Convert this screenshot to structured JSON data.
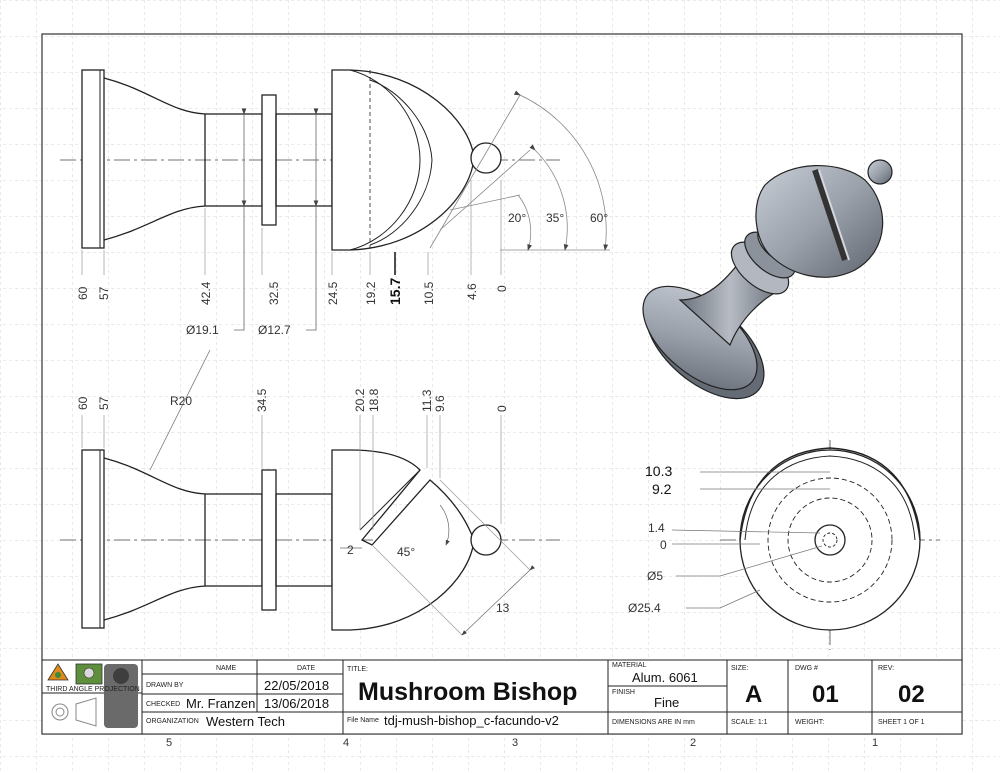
{
  "top_view": {
    "vertical_dims": [
      "60",
      "57",
      "42.4",
      "32.5",
      "24.5",
      "19.2",
      "15.7",
      "10.5",
      "4.6",
      "0"
    ],
    "diameters": [
      "Ø19.1",
      "Ø12.7"
    ],
    "angles": [
      "20°",
      "35°",
      "60°"
    ]
  },
  "front_view": {
    "vertical_dims": [
      "60",
      "57",
      "34.5",
      "20.2",
      "18.8",
      "11.3",
      "9.6",
      "0"
    ],
    "radius": "R20",
    "slot_width": "2",
    "slot_angle": "45°",
    "slot_depth": "13"
  },
  "end_view": {
    "dims": [
      "10.3",
      "9.2",
      "1.4",
      "0"
    ],
    "diameters": [
      "Ø5",
      "Ø25.4"
    ]
  },
  "title_block": {
    "logo_caption": "THIRD ANGLE PROJECTION",
    "name_header": "NAME",
    "date_header": "DATE",
    "drawn_by_label": "DRAWN BY",
    "drawn_by_date": "22/05/2018",
    "checked_label": "CHECKED",
    "checked_name": "Mr. Franzen",
    "checked_date": "13/06/2018",
    "organization_label": "ORGANIZATION",
    "organization": "Western Tech",
    "title_label": "TITLE:",
    "title": "Mushroom Bishop",
    "file_name_label": "File Name",
    "file_name": "tdj-mush-bishop_c-facundo-v2",
    "material_label": "MATERIAL",
    "material": "Alum. 6061",
    "finish_label": "FINISH",
    "finish": "Fine",
    "dimensions_note": "DIMENSIONS ARE IN mm",
    "size_label": "SIZE:",
    "size": "A",
    "dwg_label": "DWG #",
    "dwg": "01",
    "rev_label": "REV:",
    "rev": "02",
    "scale": "SCALE: 1:1",
    "weight": "WEIGHT:",
    "sheet": "SHEET 1 OF 1"
  },
  "zones": [
    "5",
    "4",
    "3",
    "2",
    "1"
  ]
}
